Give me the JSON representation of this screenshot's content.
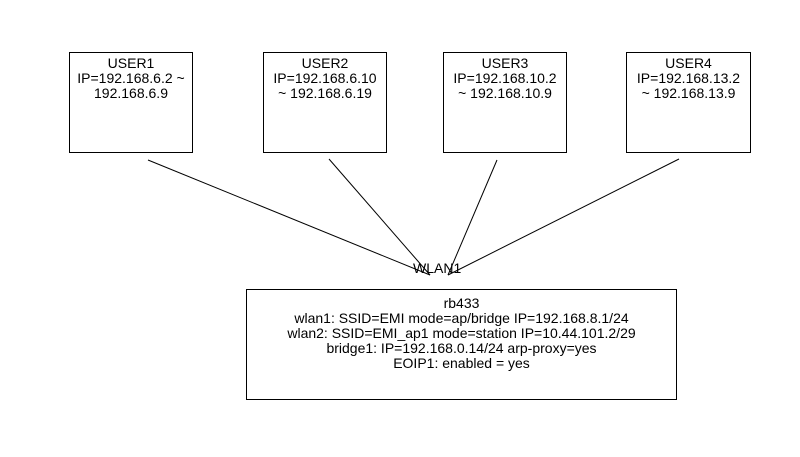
{
  "users": [
    {
      "title": "USER1",
      "lines": [
        "IP=192.168.6.2 ~",
        "192.168.6.9"
      ]
    },
    {
      "title": "USER2",
      "lines": [
        "IP=192.168.6.10",
        "~ 192.168.6.19"
      ]
    },
    {
      "title": "USER3",
      "lines": [
        "IP=192.168.10.2",
        "~ 192.168.10.9"
      ]
    },
    {
      "title": "USER4",
      "lines": [
        "IP=192.168.13.2",
        "~ 192.168.13.9"
      ]
    }
  ],
  "link_label": "WLAN1",
  "router": {
    "title": "rb433",
    "lines": [
      "wlan1: SSID=EMI mode=ap/bridge IP=192.168.8.1/24",
      "wlan2: SSID=EMI_ap1 mode=station IP=10.44.101.2/29",
      "bridge1: IP=192.168.0.14/24 arp-proxy=yes",
      "EOIP1: enabled = yes"
    ]
  }
}
